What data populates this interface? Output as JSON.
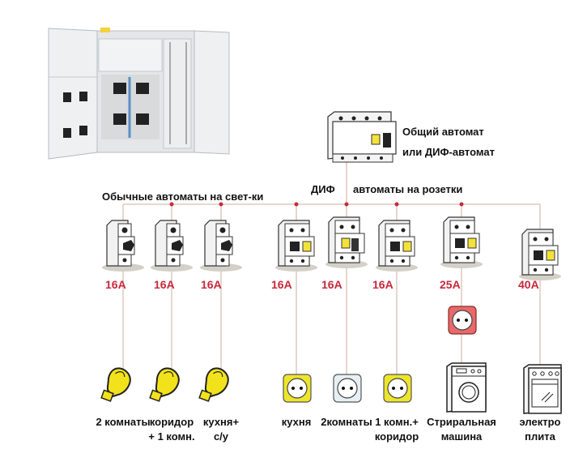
{
  "colors": {
    "wire": "#d8bfb5",
    "bus_dot": "#c8283a",
    "amp_label": "#c8283a",
    "bulb": "#f2e21c",
    "socket_yellow": "#ede52a",
    "socket_blue": "#e6eff5",
    "socket_red": "#e66a6a"
  },
  "main_breaker": {
    "label_line1": "Общий автомат",
    "label_line2": "или ДИФ-автомат"
  },
  "group_labels": {
    "lighting": "Обычные автоматы на свет-ки",
    "dif": "ДИФ",
    "sockets": "автоматы на розетки"
  },
  "breakers": [
    {
      "rating": "16A",
      "type": "single",
      "load": "bulb",
      "caption": [
        "2 комнаты"
      ]
    },
    {
      "rating": "16A",
      "type": "single",
      "load": "bulb",
      "caption": [
        "коридор",
        "+ 1 комн."
      ]
    },
    {
      "rating": "16A",
      "type": "single",
      "load": "bulb",
      "caption": [
        "кухня+",
        "с/у"
      ]
    },
    {
      "rating": "16A",
      "type": "dif",
      "load": "socket-yellow",
      "caption": [
        "кухня"
      ]
    },
    {
      "rating": "16A",
      "type": "dif",
      "load": "socket-blue",
      "caption": [
        "2комнаты"
      ]
    },
    {
      "rating": "16A",
      "type": "dif",
      "load": "socket-yellow",
      "caption": [
        "1 комн.+",
        "коридор"
      ]
    },
    {
      "rating": "25A",
      "type": "dif",
      "load": "washer",
      "caption": [
        "Стриральная",
        "машина"
      ]
    },
    {
      "rating": "40A",
      "type": "dif",
      "load": "stove",
      "caption": [
        "электро",
        "плита"
      ]
    }
  ]
}
